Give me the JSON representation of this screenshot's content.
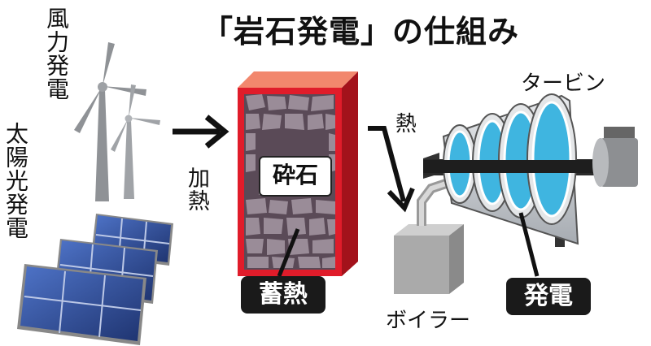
{
  "title": "「岩石発電」の仕組み",
  "labels": {
    "wind_power": "風力発電",
    "solar_power": "太陽光発電",
    "heating": "加熱",
    "gravel": "砕石",
    "heat_storage": "蓄熱",
    "heat": "熱",
    "turbine": "タービン",
    "boiler": "ボイラー",
    "power_generation": "発電"
  },
  "icons": [
    "wind-turbine-icon",
    "solar-panel-icon",
    "arrow-right-icon",
    "rock-block-icon",
    "boiler-icon",
    "turbine-icon",
    "generator-icon"
  ],
  "colors": {
    "block_red": "#e01c2a",
    "block_top": "#f2876d",
    "rock": "#8c7d89",
    "turbine_cyan": "#3fb5e0",
    "panel_blue": "#2f4f9e"
  }
}
